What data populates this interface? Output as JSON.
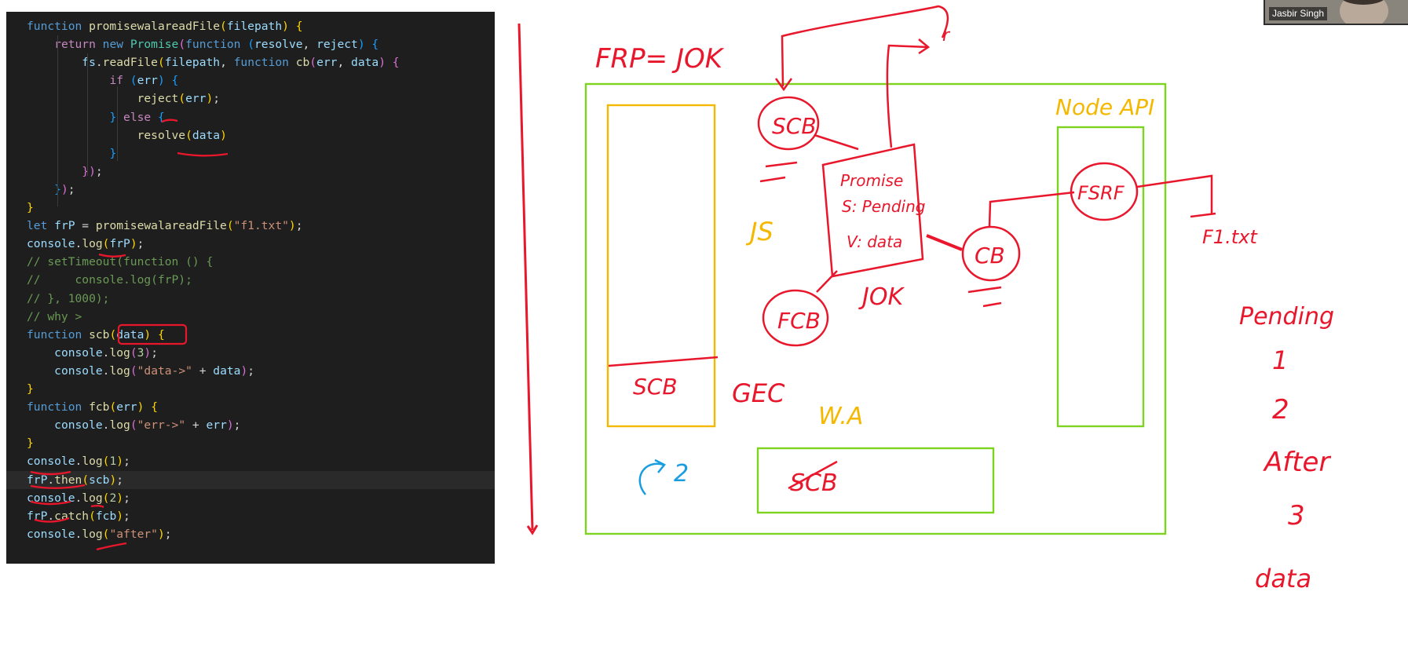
{
  "editor": {
    "lines": [
      [
        [
          "kw",
          "function "
        ],
        [
          "fn",
          "promisewalareadFile"
        ],
        [
          "b1",
          "("
        ],
        [
          "var",
          "filepath"
        ],
        [
          "b1",
          ")"
        ],
        [
          "pl",
          " "
        ],
        [
          "b1",
          "{"
        ]
      ],
      [
        [
          "pl",
          "    "
        ],
        [
          "ctl",
          "return "
        ],
        [
          "kw",
          "new "
        ],
        [
          "cls",
          "Promise"
        ],
        [
          "b2",
          "("
        ],
        [
          "kw",
          "function "
        ],
        [
          "b3",
          "("
        ],
        [
          "var",
          "resolve"
        ],
        [
          "pl",
          ", "
        ],
        [
          "var",
          "reject"
        ],
        [
          "b3",
          ")"
        ],
        [
          "pl",
          " "
        ],
        [
          "b3",
          "{"
        ]
      ],
      [
        [
          "pl",
          "        "
        ],
        [
          "var",
          "fs"
        ],
        [
          "pl",
          "."
        ],
        [
          "fn",
          "readFile"
        ],
        [
          "b1",
          "("
        ],
        [
          "var",
          "filepath"
        ],
        [
          "pl",
          ", "
        ],
        [
          "kw",
          "function "
        ],
        [
          "fn",
          "cb"
        ],
        [
          "b2",
          "("
        ],
        [
          "var",
          "err"
        ],
        [
          "pl",
          ", "
        ],
        [
          "var",
          "data"
        ],
        [
          "b2",
          ")"
        ],
        [
          "pl",
          " "
        ],
        [
          "b2",
          "{"
        ]
      ],
      [
        [
          "pl",
          "            "
        ],
        [
          "ctl",
          "if "
        ],
        [
          "b3",
          "("
        ],
        [
          "var",
          "err"
        ],
        [
          "b3",
          ")"
        ],
        [
          "pl",
          " "
        ],
        [
          "b3",
          "{"
        ]
      ],
      [
        [
          "pl",
          "                "
        ],
        [
          "fn",
          "reject"
        ],
        [
          "b1",
          "("
        ],
        [
          "var",
          "err"
        ],
        [
          "b1",
          ")"
        ],
        [
          "pl",
          ";"
        ]
      ],
      [
        [
          "pl",
          "            "
        ],
        [
          "b3",
          "}"
        ],
        [
          "pl",
          " "
        ],
        [
          "ctl",
          "else "
        ],
        [
          "b3",
          "{"
        ]
      ],
      [
        [
          "pl",
          "                "
        ],
        [
          "fn",
          "resolve"
        ],
        [
          "b1",
          "("
        ],
        [
          "var",
          "data"
        ],
        [
          "b1",
          ")"
        ]
      ],
      [
        [
          "pl",
          "            "
        ],
        [
          "b3",
          "}"
        ]
      ],
      [
        [
          "pl",
          "        "
        ],
        [
          "b2",
          "}"
        ],
        [
          "b2",
          ")"
        ],
        [
          "pl",
          ";"
        ]
      ],
      [
        [
          "pl",
          "    "
        ],
        [
          "b3",
          "}"
        ],
        [
          "b2",
          ")"
        ],
        [
          "pl",
          ";"
        ]
      ],
      [
        [
          "b1",
          "}"
        ]
      ],
      [
        [
          "kw",
          "let "
        ],
        [
          "var",
          "frP"
        ],
        [
          "pl",
          " = "
        ],
        [
          "fn",
          "promisewalareadFile"
        ],
        [
          "b1",
          "("
        ],
        [
          "str",
          "\"f1.txt\""
        ],
        [
          "b1",
          ")"
        ],
        [
          "pl",
          ";"
        ]
      ],
      [
        [
          "var",
          "console"
        ],
        [
          "pl",
          "."
        ],
        [
          "fn",
          "log"
        ],
        [
          "b1",
          "("
        ],
        [
          "var",
          "frP"
        ],
        [
          "b1",
          ")"
        ],
        [
          "pl",
          ";"
        ]
      ],
      [
        [
          "cmt",
          "// setTimeout(function () {"
        ]
      ],
      [
        [
          "cmt",
          "//     console.log(frP);"
        ]
      ],
      [
        [
          "cmt",
          "// }, 1000);"
        ]
      ],
      [
        [
          "cmt",
          "// why >"
        ]
      ],
      [
        [
          "kw",
          "function "
        ],
        [
          "fn",
          "scb"
        ],
        [
          "b1",
          "("
        ],
        [
          "var",
          "data"
        ],
        [
          "b1",
          ")"
        ],
        [
          "pl",
          " "
        ],
        [
          "b1",
          "{"
        ]
      ],
      [
        [
          "pl",
          "    "
        ],
        [
          "var",
          "console"
        ],
        [
          "pl",
          "."
        ],
        [
          "fn",
          "log"
        ],
        [
          "b2",
          "("
        ],
        [
          "num",
          "3"
        ],
        [
          "b2",
          ")"
        ],
        [
          "pl",
          ";"
        ]
      ],
      [
        [
          "pl",
          "    "
        ],
        [
          "var",
          "console"
        ],
        [
          "pl",
          "."
        ],
        [
          "fn",
          "log"
        ],
        [
          "b2",
          "("
        ],
        [
          "str",
          "\"data->\""
        ],
        [
          "pl",
          " + "
        ],
        [
          "var",
          "data"
        ],
        [
          "b2",
          ")"
        ],
        [
          "pl",
          ";"
        ]
      ],
      [
        [
          "b1",
          "}"
        ]
      ],
      [
        [
          "kw",
          "function "
        ],
        [
          "fn",
          "fcb"
        ],
        [
          "b1",
          "("
        ],
        [
          "var",
          "err"
        ],
        [
          "b1",
          ")"
        ],
        [
          "pl",
          " "
        ],
        [
          "b1",
          "{"
        ]
      ],
      [
        [
          "pl",
          "    "
        ],
        [
          "var",
          "console"
        ],
        [
          "pl",
          "."
        ],
        [
          "fn",
          "log"
        ],
        [
          "b2",
          "("
        ],
        [
          "str",
          "\"err->\""
        ],
        [
          "pl",
          " + "
        ],
        [
          "var",
          "err"
        ],
        [
          "b2",
          ")"
        ],
        [
          "pl",
          ";"
        ]
      ],
      [
        [
          "b1",
          "}"
        ]
      ],
      [
        [
          "var",
          "console"
        ],
        [
          "pl",
          "."
        ],
        [
          "fn",
          "log"
        ],
        [
          "b1",
          "("
        ],
        [
          "num",
          "1"
        ],
        [
          "b1",
          ")"
        ],
        [
          "pl",
          ";"
        ]
      ],
      [
        [
          "var",
          "frP"
        ],
        [
          "pl",
          "."
        ],
        [
          "fn",
          "then"
        ],
        [
          "b1",
          "("
        ],
        [
          "var",
          "scb"
        ],
        [
          "b1",
          ")"
        ],
        [
          "pl",
          ";"
        ]
      ],
      [
        [
          "var",
          "console"
        ],
        [
          "pl",
          "."
        ],
        [
          "fn",
          "log"
        ],
        [
          "b1",
          "("
        ],
        [
          "num",
          "2"
        ],
        [
          "b1",
          ")"
        ],
        [
          "pl",
          ";"
        ]
      ],
      [
        [
          "var",
          "frP"
        ],
        [
          "pl",
          "."
        ],
        [
          "fn",
          "catch"
        ],
        [
          "b1",
          "("
        ],
        [
          "var",
          "fcb"
        ],
        [
          "b1",
          ")"
        ],
        [
          "pl",
          ";"
        ]
      ],
      [
        [
          "var",
          "console"
        ],
        [
          "pl",
          "."
        ],
        [
          "fn",
          "log"
        ],
        [
          "b1",
          "("
        ],
        [
          "str",
          "\"after\""
        ],
        [
          "b1",
          ")"
        ],
        [
          "pl",
          ";"
        ]
      ]
    ],
    "active_line": 25
  },
  "participant": {
    "name": "Jasbir Singh"
  },
  "whiteboard": {
    "heading": "FRP= JOK",
    "node_api_label": "Node API",
    "js_label": "JS",
    "gec_label": "GEC",
    "wa_label": "W.A",
    "stack_label": "SCB",
    "queue_item": "SCB",
    "loop_label": "2",
    "promise_lines": [
      "Promise",
      "S: Pending",
      "V: data"
    ],
    "promise_footer": "JOK",
    "scb_circle": "SCB",
    "fcb_circle": "FCB",
    "cb_circle": "CB",
    "fsrf_circle": "FSRF",
    "fs_side_label": "F1.txt",
    "output_list": [
      "Pending",
      "1",
      "2",
      "After",
      "3",
      "data"
    ],
    "colors": {
      "ink_red": "#e8172c",
      "ink_yellow": "#f5b800",
      "ink_green": "#7ed321",
      "ink_blue": "#1a9de0"
    }
  }
}
